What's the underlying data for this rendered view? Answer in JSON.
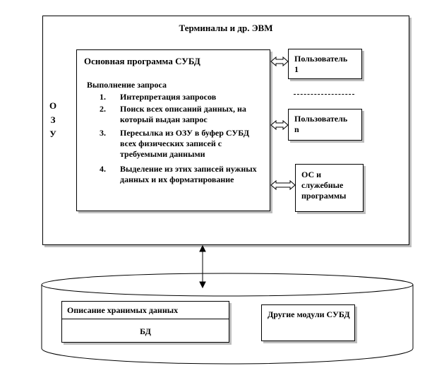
{
  "terminals": {
    "title": "Терминалы и др. ЭВМ"
  },
  "memory": {
    "letters": [
      "О",
      "З",
      "У"
    ]
  },
  "dbms_program": {
    "title": "Основная программа СУБД",
    "query_title": "Выполнение запроса",
    "steps": [
      {
        "num": "1.",
        "text": "Интерпретация запросов"
      },
      {
        "num": "2.",
        "text": "Поиск всех описаний данных, на который выдан запрос"
      },
      {
        "num": "3.",
        "text": "Пересылка из ОЗУ в буфер СУБД всех физических записей с требуемыми данными"
      },
      {
        "num": "4.",
        "text": "Выделение из этих записей нужных данных и их форматирование"
      }
    ]
  },
  "user1": {
    "label": "Пользователь",
    "index": "1"
  },
  "usern": {
    "label": "Пользователь",
    "index": "n"
  },
  "os": {
    "label": "ОС и служебные программы"
  },
  "storage": {
    "description_title": "Описание хранимых данных",
    "db_label": "БД",
    "other_modules": "Другие модули СУБД"
  }
}
